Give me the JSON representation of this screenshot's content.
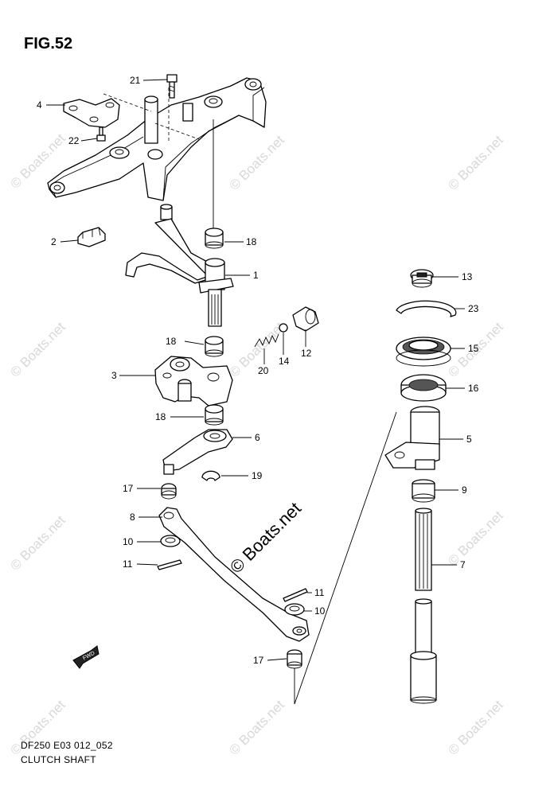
{
  "figure": {
    "title": "FIG.52",
    "model_code": "DF250 E03 012_052",
    "caption": "CLUTCH SHAFT"
  },
  "watermark": {
    "text": "© Boats.net"
  },
  "direction_marker": "FWD",
  "parts": [
    {
      "ref": "21"
    },
    {
      "ref": "4"
    },
    {
      "ref": "22"
    },
    {
      "ref": "2"
    },
    {
      "ref": "18"
    },
    {
      "ref": "1"
    },
    {
      "ref": "18"
    },
    {
      "ref": "3"
    },
    {
      "ref": "20"
    },
    {
      "ref": "14"
    },
    {
      "ref": "12"
    },
    {
      "ref": "18"
    },
    {
      "ref": "6"
    },
    {
      "ref": "19"
    },
    {
      "ref": "17"
    },
    {
      "ref": "8"
    },
    {
      "ref": "10"
    },
    {
      "ref": "11"
    },
    {
      "ref": "11"
    },
    {
      "ref": "10"
    },
    {
      "ref": "17"
    },
    {
      "ref": "13"
    },
    {
      "ref": "23"
    },
    {
      "ref": "15"
    },
    {
      "ref": "16"
    },
    {
      "ref": "5"
    },
    {
      "ref": "9"
    },
    {
      "ref": "7"
    }
  ]
}
